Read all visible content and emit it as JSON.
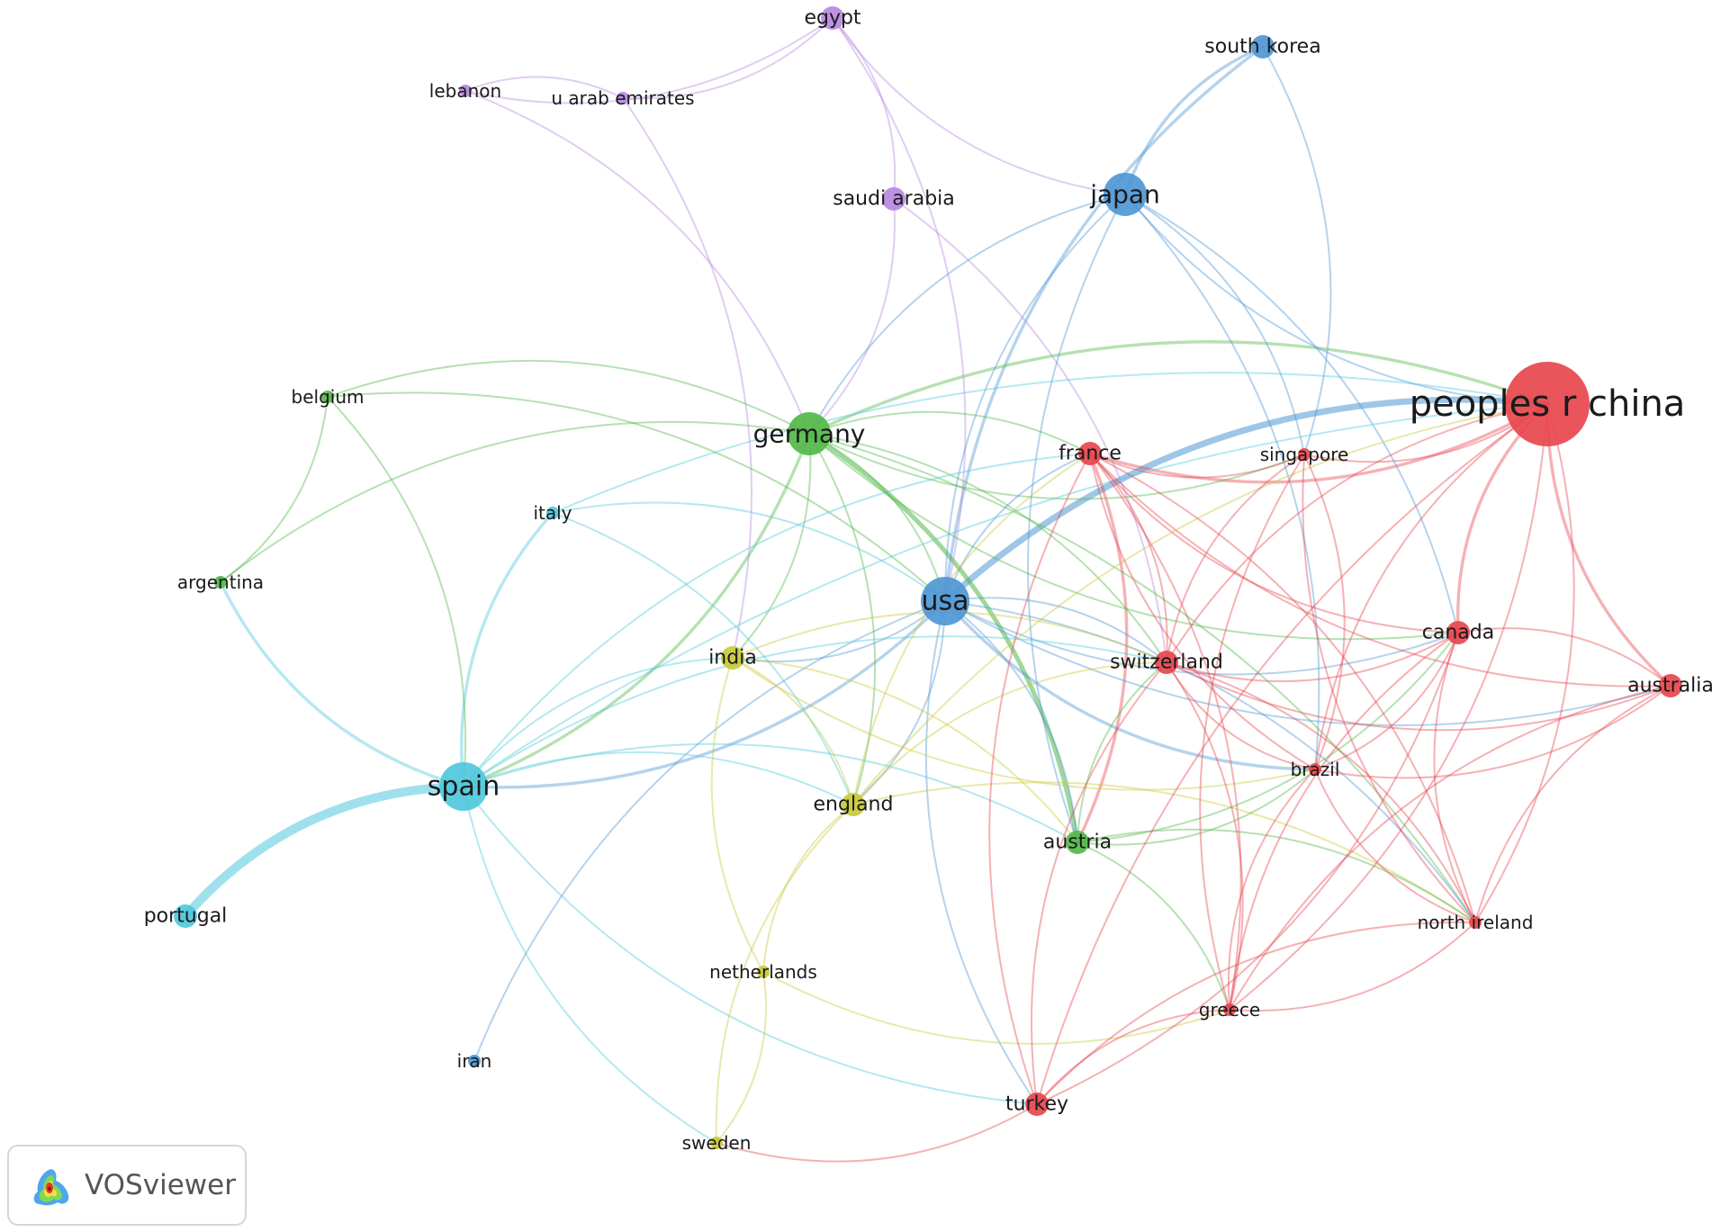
{
  "brand": {
    "name": "VOSviewer"
  },
  "colors": {
    "red": "#e8464e",
    "blue": "#4f97d4",
    "green": "#52b848",
    "yellow": "#c9c93a",
    "purple": "#b889e0",
    "cyan": "#4fc8dc"
  },
  "nodes": [
    {
      "id": "peoples_r_china",
      "label": "peoples r china",
      "cluster": "red",
      "size": 5
    },
    {
      "id": "usa",
      "label": "usa",
      "cluster": "blue",
      "size": 4
    },
    {
      "id": "spain",
      "label": "spain",
      "cluster": "cyan",
      "size": 4
    },
    {
      "id": "japan",
      "label": "japan",
      "cluster": "blue",
      "size": 3
    },
    {
      "id": "germany",
      "label": "germany",
      "cluster": "green",
      "size": 3
    },
    {
      "id": "south_korea",
      "label": "south korea",
      "cluster": "blue",
      "size": 2
    },
    {
      "id": "india",
      "label": "india",
      "cluster": "yellow",
      "size": 2
    },
    {
      "id": "egypt",
      "label": "egypt",
      "cluster": "purple",
      "size": 2
    },
    {
      "id": "portugal",
      "label": "portugal",
      "cluster": "cyan",
      "size": 2
    },
    {
      "id": "england",
      "label": "england",
      "cluster": "yellow",
      "size": 2
    },
    {
      "id": "austria",
      "label": "austria",
      "cluster": "green",
      "size": 2
    },
    {
      "id": "france",
      "label": "france",
      "cluster": "red",
      "size": 2
    },
    {
      "id": "turkey",
      "label": "turkey",
      "cluster": "red",
      "size": 2
    },
    {
      "id": "saudi_arabia",
      "label": "saudi arabia",
      "cluster": "purple",
      "size": 2
    },
    {
      "id": "switzerland",
      "label": "switzerland",
      "cluster": "red",
      "size": 2
    },
    {
      "id": "canada",
      "label": "canada",
      "cluster": "red",
      "size": 2
    },
    {
      "id": "australia",
      "label": "australia",
      "cluster": "red",
      "size": 2
    },
    {
      "id": "brazil",
      "label": "brazil",
      "cluster": "red",
      "size": 1
    },
    {
      "id": "singapore",
      "label": "singapore",
      "cluster": "red",
      "size": 1
    },
    {
      "id": "north_ireland",
      "label": "north ireland",
      "cluster": "red",
      "size": 1
    },
    {
      "id": "greece",
      "label": "greece",
      "cluster": "red",
      "size": 1
    },
    {
      "id": "italy",
      "label": "italy",
      "cluster": "cyan",
      "size": 1
    },
    {
      "id": "u_arab_emirates",
      "label": "u arab emirates",
      "cluster": "purple",
      "size": 1
    },
    {
      "id": "lebanon",
      "label": "lebanon",
      "cluster": "purple",
      "size": 1
    },
    {
      "id": "belgium",
      "label": "belgium",
      "cluster": "green",
      "size": 1
    },
    {
      "id": "argentina",
      "label": "argentina",
      "cluster": "green",
      "size": 1
    },
    {
      "id": "netherlands",
      "label": "netherlands",
      "cluster": "yellow",
      "size": 1
    },
    {
      "id": "sweden",
      "label": "sweden",
      "cluster": "yellow",
      "size": 1
    },
    {
      "id": "iran",
      "label": "iran",
      "cluster": "blue",
      "size": 1
    }
  ],
  "links": [
    [
      "spain",
      "portugal",
      5
    ],
    [
      "usa",
      "peoples_r_china",
      4
    ],
    [
      "germany",
      "austria",
      3
    ],
    [
      "spain",
      "italy",
      2
    ],
    [
      "japan",
      "south_korea",
      2
    ],
    [
      "south_korea",
      "usa",
      2
    ],
    [
      "germany",
      "spain",
      2
    ],
    [
      "usa",
      "spain",
      2
    ],
    [
      "peoples_r_china",
      "france",
      2
    ],
    [
      "peoples_r_china",
      "canada",
      2
    ],
    [
      "peoples_r_china",
      "australia",
      2
    ],
    [
      "germany",
      "peoples_r_china",
      2
    ],
    [
      "france",
      "austria",
      2
    ],
    [
      "usa",
      "brazil",
      2
    ],
    [
      "spain",
      "argentina",
      2
    ],
    [
      "usa",
      "iran",
      1
    ],
    [
      "egypt",
      "lebanon",
      1
    ],
    [
      "egypt",
      "u_arab_emirates",
      1
    ],
    [
      "egypt",
      "saudi_arabia",
      1
    ],
    [
      "egypt",
      "japan",
      1
    ],
    [
      "egypt",
      "usa",
      1
    ],
    [
      "lebanon",
      "u_arab_emirates",
      1
    ],
    [
      "u_arab_emirates",
      "india",
      1
    ],
    [
      "lebanon",
      "germany",
      1
    ],
    [
      "saudi_arabia",
      "germany",
      1
    ],
    [
      "saudi_arabia",
      "switzerland",
      1
    ],
    [
      "japan",
      "usa",
      1
    ],
    [
      "japan",
      "germany",
      1
    ],
    [
      "japan",
      "austria",
      1
    ],
    [
      "japan",
      "canada",
      1
    ],
    [
      "japan",
      "singapore",
      1
    ],
    [
      "japan",
      "brazil",
      1
    ],
    [
      "japan",
      "peoples_r_china",
      1
    ],
    [
      "south_korea",
      "singapore",
      1
    ],
    [
      "belgium",
      "argentina",
      1
    ],
    [
      "belgium",
      "usa",
      1
    ],
    [
      "belgium",
      "spain",
      1
    ],
    [
      "belgium",
      "germany",
      1
    ],
    [
      "argentina",
      "germany",
      1
    ],
    [
      "germany",
      "usa",
      1
    ],
    [
      "germany",
      "india",
      1
    ],
    [
      "germany",
      "england",
      1
    ],
    [
      "germany",
      "france",
      1
    ],
    [
      "germany",
      "singapore",
      1
    ],
    [
      "germany",
      "canada",
      1
    ],
    [
      "germany",
      "switzerland",
      1
    ],
    [
      "germany",
      "north_ireland",
      1
    ],
    [
      "italy",
      "usa",
      1
    ],
    [
      "italy",
      "england",
      1
    ],
    [
      "italy",
      "peoples_r_china",
      1
    ],
    [
      "usa",
      "india",
      1
    ],
    [
      "usa",
      "england",
      1
    ],
    [
      "usa",
      "france",
      1
    ],
    [
      "usa",
      "switzerland",
      1
    ],
    [
      "usa",
      "canada",
      1
    ],
    [
      "usa",
      "australia",
      1
    ],
    [
      "usa",
      "austria",
      1
    ],
    [
      "usa",
      "turkey",
      1
    ],
    [
      "usa",
      "north_ireland",
      1
    ],
    [
      "spain",
      "india",
      1
    ],
    [
      "spain",
      "england",
      1
    ],
    [
      "spain",
      "france",
      1
    ],
    [
      "spain",
      "switzerland",
      1
    ],
    [
      "spain",
      "austria",
      1
    ],
    [
      "spain",
      "sweden",
      1
    ],
    [
      "spain",
      "peoples_r_china",
      1
    ],
    [
      "spain",
      "turkey",
      1
    ],
    [
      "india",
      "england",
      1
    ],
    [
      "india",
      "netherlands",
      1
    ],
    [
      "india",
      "switzerland",
      1
    ],
    [
      "india",
      "austria",
      1
    ],
    [
      "india",
      "brazil",
      1
    ],
    [
      "england",
      "netherlands",
      1
    ],
    [
      "england",
      "sweden",
      1
    ],
    [
      "england",
      "france",
      1
    ],
    [
      "england",
      "switzerland",
      1
    ],
    [
      "england",
      "north_ireland",
      1
    ],
    [
      "england",
      "peoples_r_china",
      1
    ],
    [
      "netherlands",
      "sweden",
      1
    ],
    [
      "netherlands",
      "greece",
      1
    ],
    [
      "austria",
      "switzerland",
      1
    ],
    [
      "austria",
      "canada",
      1
    ],
    [
      "austria",
      "brazil",
      1
    ],
    [
      "austria",
      "north_ireland",
      1
    ],
    [
      "austria",
      "greece",
      1
    ],
    [
      "france",
      "singapore",
      1
    ],
    [
      "france",
      "switzerland",
      1
    ],
    [
      "france",
      "canada",
      1
    ],
    [
      "france",
      "brazil",
      1
    ],
    [
      "france",
      "north_ireland",
      1
    ],
    [
      "france",
      "greece",
      1
    ],
    [
      "france",
      "turkey",
      1
    ],
    [
      "france",
      "australia",
      1
    ],
    [
      "singapore",
      "peoples_r_china",
      1
    ],
    [
      "singapore",
      "brazil",
      1
    ],
    [
      "singapore",
      "greece",
      1
    ],
    [
      "singapore",
      "switzerland",
      1
    ],
    [
      "singapore",
      "north_ireland",
      1
    ],
    [
      "switzerland",
      "peoples_r_china",
      1
    ],
    [
      "switzerland",
      "canada",
      1
    ],
    [
      "switzerland",
      "brazil",
      1
    ],
    [
      "switzerland",
      "australia",
      1
    ],
    [
      "switzerland",
      "north_ireland",
      1
    ],
    [
      "switzerland",
      "greece",
      1
    ],
    [
      "switzerland",
      "turkey",
      1
    ],
    [
      "canada",
      "australia",
      1
    ],
    [
      "canada",
      "brazil",
      1
    ],
    [
      "canada",
      "north_ireland",
      1
    ],
    [
      "canada",
      "greece",
      1
    ],
    [
      "canada",
      "turkey",
      1
    ],
    [
      "peoples_r_china",
      "brazil",
      1
    ],
    [
      "peoples_r_china",
      "north_ireland",
      1
    ],
    [
      "peoples_r_china",
      "greece",
      1
    ],
    [
      "peoples_r_china",
      "turkey",
      1
    ],
    [
      "australia",
      "brazil",
      1
    ],
    [
      "australia",
      "north_ireland",
      1
    ],
    [
      "australia",
      "greece",
      1
    ],
    [
      "brazil",
      "north_ireland",
      1
    ],
    [
      "brazil",
      "greece",
      1
    ],
    [
      "north_ireland",
      "greece",
      1
    ],
    [
      "north_ireland",
      "turkey",
      1
    ],
    [
      "greece",
      "turkey",
      1
    ],
    [
      "turkey",
      "sweden",
      1
    ]
  ]
}
